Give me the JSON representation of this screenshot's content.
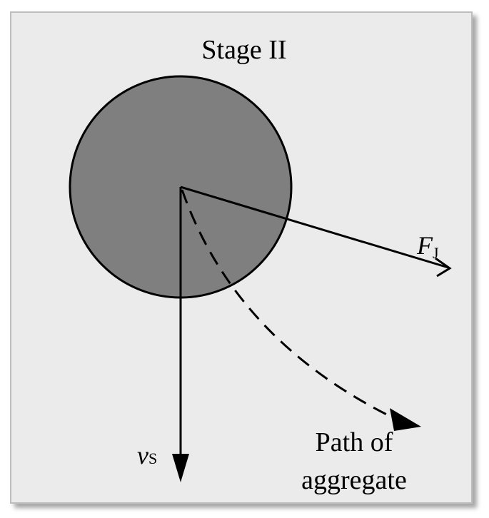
{
  "title": "Stage II",
  "labels": {
    "force_symbol": "F",
    "force_subscript": "J",
    "velocity_symbol": "v",
    "velocity_subscript": "S",
    "path_line1": "Path of",
    "path_line2": "aggregate"
  },
  "colors": {
    "background": "#ebebeb",
    "particle_fill": "#7f7f7f",
    "stroke": "#000000"
  }
}
